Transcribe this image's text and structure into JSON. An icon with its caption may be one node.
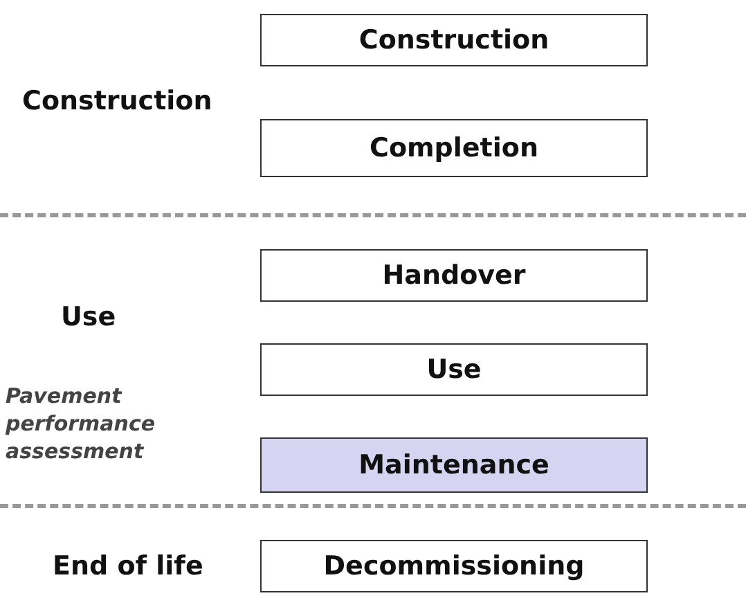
{
  "diagram": {
    "nodes": [
      {
        "text": [
          "Construction"
        ]
      },
      {
        "text": [
          "Completion"
        ]
      },
      {
        "text": [
          "Handover"
        ]
      },
      {
        "text": [
          "Use"
        ]
      },
      {
        "text": [
          "Maintenance"
        ]
      },
      {
        "text": [
          "Decommissioning"
        ]
      }
    ],
    "labels": [
      "Construction",
      "Use",
      "Pavement performance assessment",
      "End of life"
    ]
  }
}
